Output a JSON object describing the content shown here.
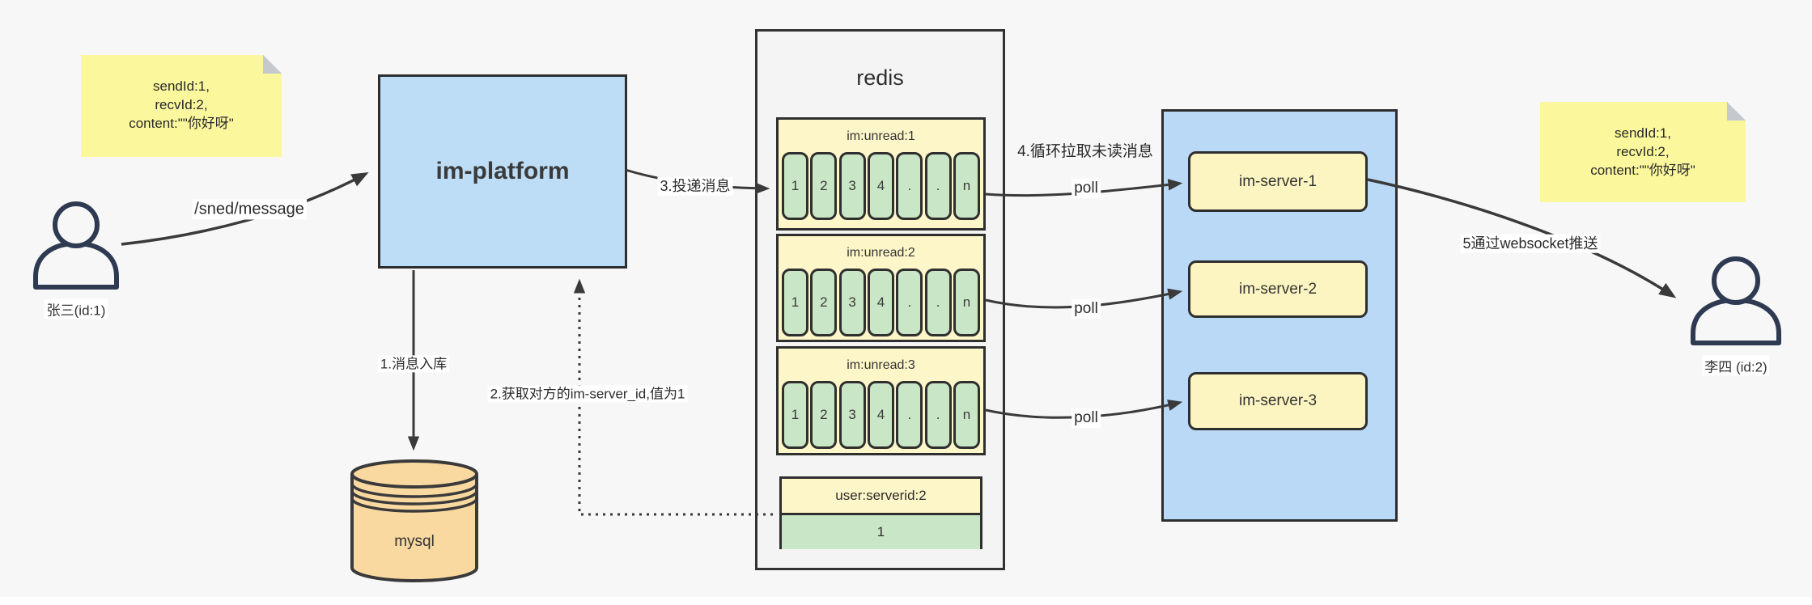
{
  "canvas": {
    "background": "#f7f7f7",
    "bottom_strip": "#ffffff"
  },
  "colors": {
    "note_fill": "#fbf79d",
    "note_fold": "#c5c9cd",
    "platform_fill": "#bddcf5",
    "server_group_fill": "#b9d9f6",
    "server_box_fill": "#fcf5c2",
    "queue_header_fill": "#fdf6c8",
    "cell_fill": "#c9e7c6",
    "mysql_fill": "#fad9a1",
    "redis_fill": "#f4f4f4",
    "line": "#3a3a3a",
    "person": "#2e3a52"
  },
  "actors": {
    "sender": {
      "label": "张三(id:1)"
    },
    "receiver": {
      "label": "李四 (id:2)"
    }
  },
  "notes": {
    "sender_note": {
      "lines": [
        "sendId:1,",
        "recvId:2,",
        "content:\"\"你好呀\""
      ]
    },
    "receiver_note": {
      "lines": [
        "sendId:1,",
        "recvId:2,",
        "content:\"\"你好呀\""
      ]
    }
  },
  "platform": {
    "label": "im-platform"
  },
  "database": {
    "label": "mysql"
  },
  "redis": {
    "title": "redis",
    "queues": [
      {
        "header": "im:unread:1",
        "cells": [
          "1",
          "2",
          "3",
          "4",
          ".",
          ".",
          "n"
        ]
      },
      {
        "header": "im:unread:2",
        "cells": [
          "1",
          "2",
          "3",
          "4",
          ".",
          ".",
          "n"
        ]
      },
      {
        "header": "im:unread:3",
        "cells": [
          "1",
          "2",
          "3",
          "4",
          ".",
          ".",
          "n"
        ]
      }
    ],
    "server_map": {
      "header": "user:serverid:2",
      "value": "1"
    }
  },
  "server_group": {
    "servers": [
      {
        "label": "im-server-1"
      },
      {
        "label": "im-server-2"
      },
      {
        "label": "im-server-3"
      }
    ]
  },
  "edges": {
    "send_label": "/sned/message",
    "store_label": "1.消息入库",
    "get_server_label": "2.获取对方的im-server_id,值为1",
    "deliver_label": "3.投递消息",
    "poll_loop_label": "4.循环拉取未读消息",
    "poll_label": "poll",
    "push_label": "5通过websocket推送"
  }
}
